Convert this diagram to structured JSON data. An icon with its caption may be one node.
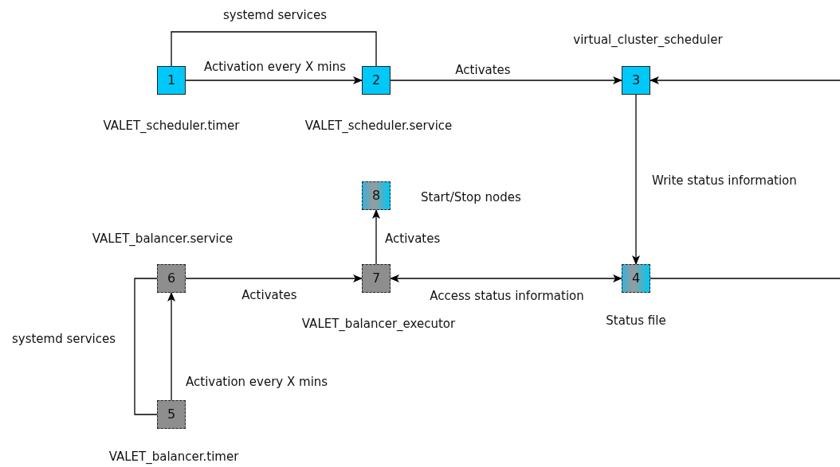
{
  "diagram": {
    "nodes": [
      {
        "text": [
          "1"
        ],
        "beside": [
          "VALET_scheduler.timer"
        ]
      },
      {
        "text": [
          "2"
        ],
        "beside": [
          "VALET_scheduler.service"
        ]
      },
      {
        "text": [
          "3"
        ],
        "beside": [
          "virtual_cluster_scheduler"
        ]
      },
      {
        "text": [
          "4"
        ],
        "beside": [
          "Status file"
        ]
      },
      {
        "text": [
          "5"
        ],
        "beside": [
          "VALET_balancer.timer"
        ]
      },
      {
        "text": [
          "6"
        ],
        "beside": [
          "VALET_balancer.service"
        ]
      },
      {
        "text": [
          "7"
        ],
        "beside": [
          "VALET_balancer_executor"
        ]
      },
      {
        "text": [
          "8"
        ],
        "beside": [
          "Start/Stop nodes"
        ]
      }
    ],
    "edges": [
      {
        "from": 0,
        "to": 1,
        "arrow": "to",
        "label": "Activation every X mins"
      },
      {
        "from": 0,
        "to": 1,
        "arrow": "none",
        "label": "systemd services"
      },
      {
        "from": 1,
        "to": 2,
        "arrow": "to",
        "label": "Activates"
      },
      {
        "from": null,
        "to": 2,
        "arrow": "to"
      },
      {
        "from": 2,
        "to": 3,
        "arrow": "to",
        "label": "Write status information"
      },
      {
        "from": 3,
        "to": null,
        "arrow": "none"
      },
      {
        "from": 5,
        "to": 6,
        "arrow": "to",
        "label": "Activates"
      },
      {
        "from": 6,
        "to": 3,
        "arrow": "both",
        "label": "Access status information"
      },
      {
        "from": 6,
        "to": 7,
        "arrow": "to",
        "label": "Activates"
      },
      {
        "from": 4,
        "to": 5,
        "arrow": "to",
        "label": "Activation every X mins"
      },
      {
        "from": 4,
        "to": 5,
        "arrow": "none",
        "label": "systemd services"
      }
    ]
  }
}
